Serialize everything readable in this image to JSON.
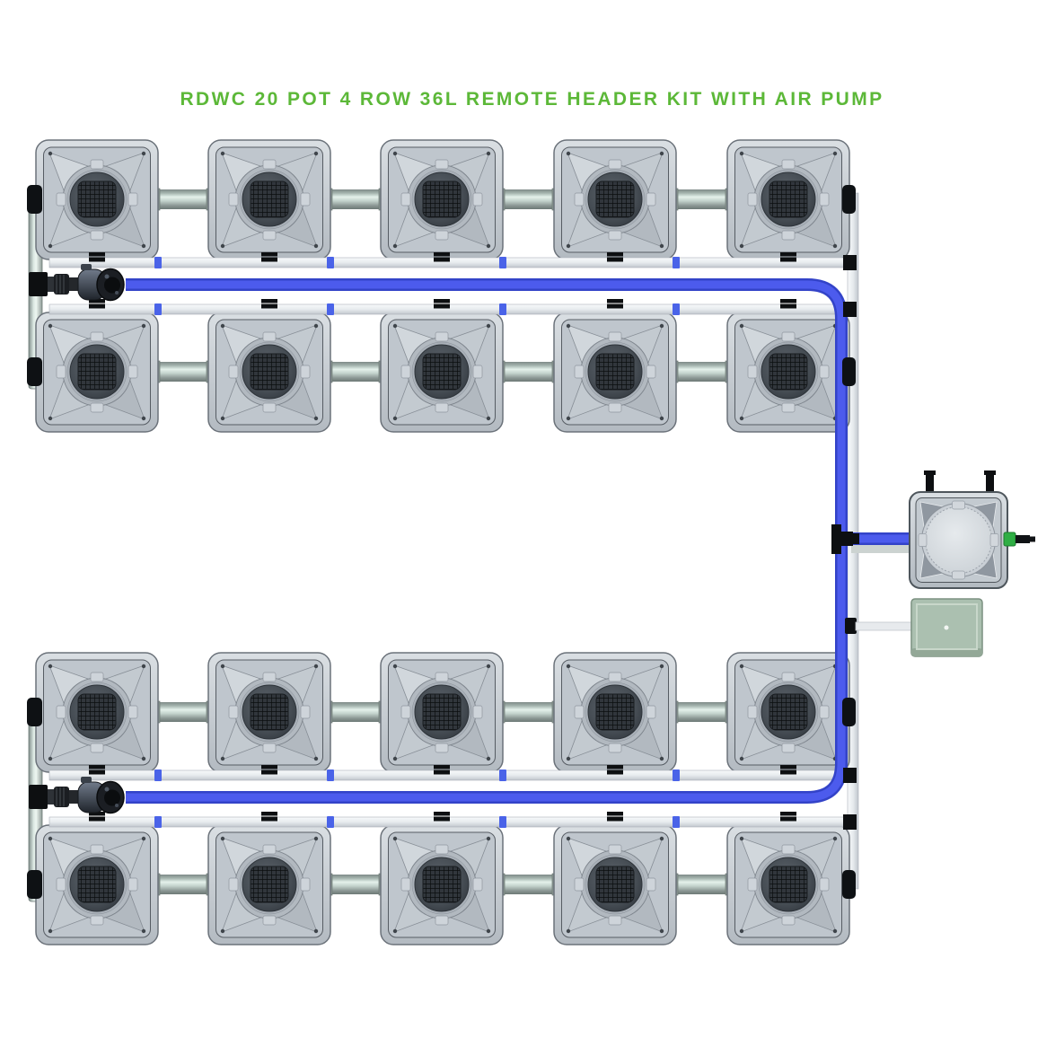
{
  "title": {
    "text": "RDWC 20 POT 4 ROW 36L REMOTE HEADER KIT WITH AIR PUMP"
  },
  "colors": {
    "accent_green": "#5cb838",
    "pipe_blue_dark": "#3343c8",
    "pipe_blue_light": "#4c5bed",
    "clip_blue": "#4a63e8",
    "fitting_green": "#2fae44",
    "air_pump_body": "#abc0b0",
    "fitting_black": "#0d0f11"
  },
  "system": {
    "layout_rows": 4,
    "pots_per_row": 5,
    "pot_total": 20,
    "pot_volume_label": "36L",
    "components": [
      {
        "name": "grow-pot-with-mesh-lid",
        "count": 20
      },
      {
        "name": "water-pump",
        "count": 2
      },
      {
        "name": "remote-header-tank",
        "count": 1
      },
      {
        "name": "air-pump",
        "count": 1
      },
      {
        "name": "blue-return-pipe",
        "count": 1
      },
      {
        "name": "white-manifold-pipe",
        "count": 4
      },
      {
        "name": "gray-interconnect-pipe",
        "count": 16
      }
    ]
  }
}
